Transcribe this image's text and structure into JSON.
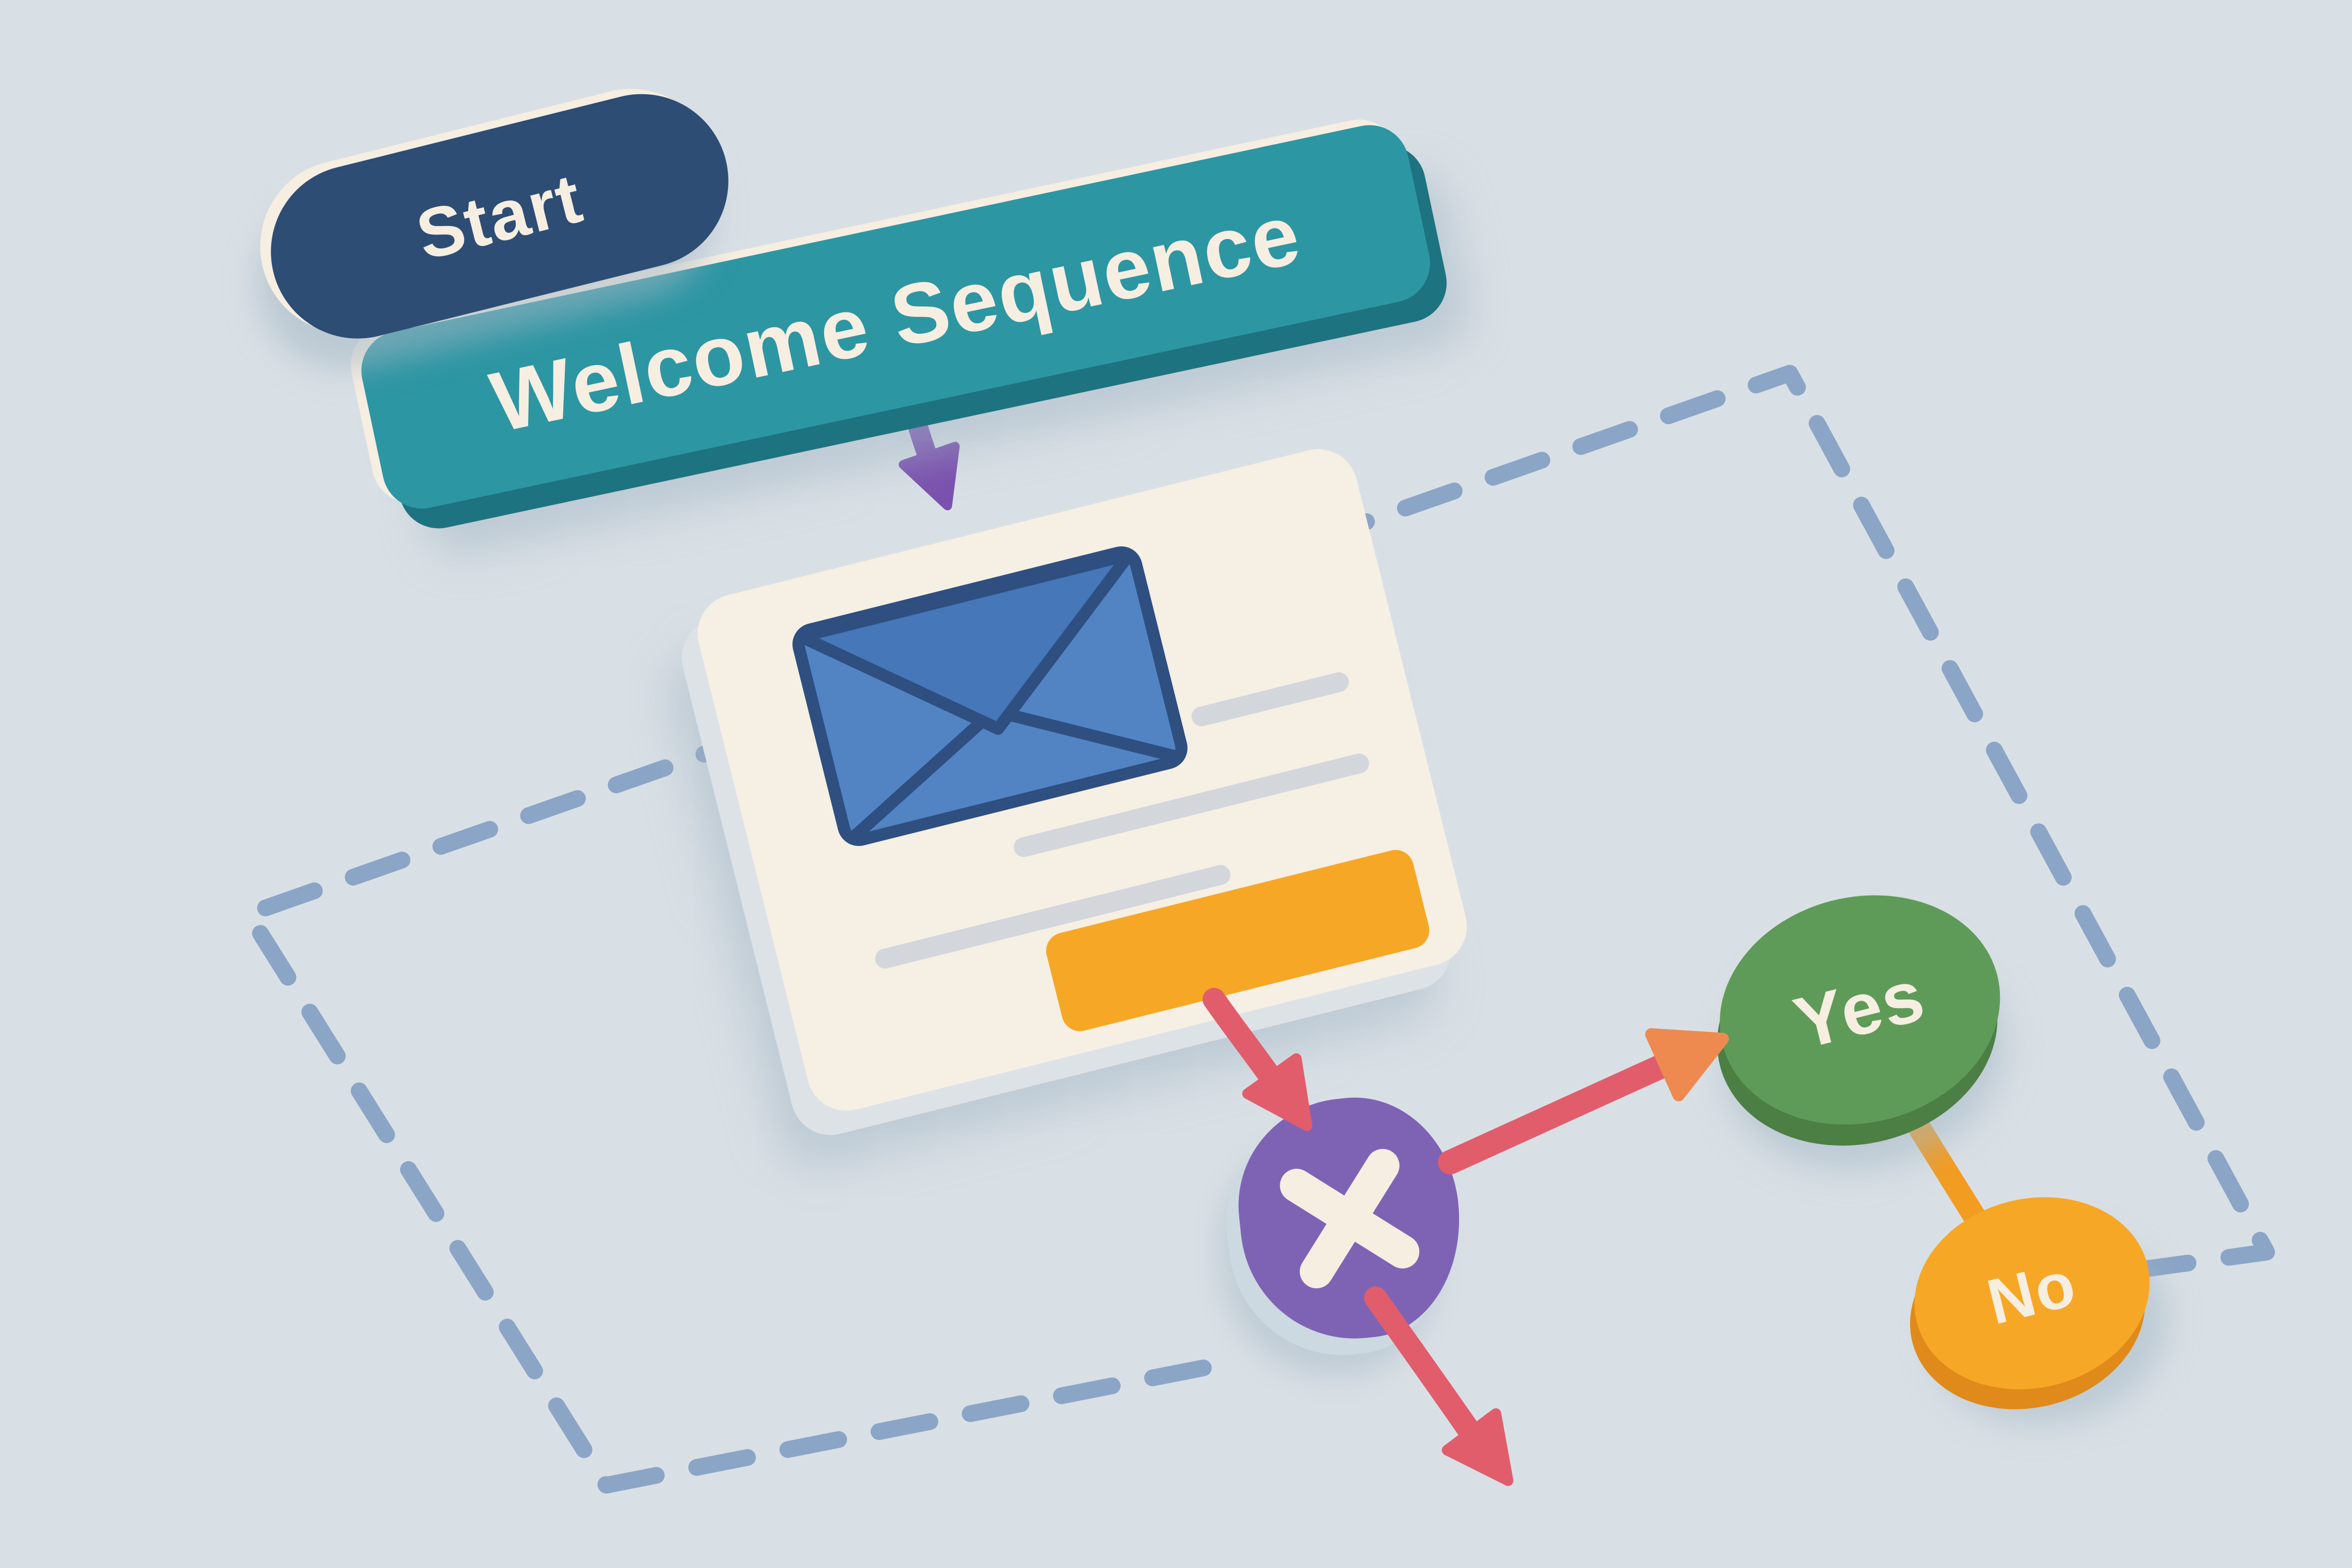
{
  "background_color": "#d9e0e5",
  "nodes": {
    "start": {
      "label": "Start",
      "fill": "#2d4d74",
      "text_color": "#f6eee1"
    },
    "sequence": {
      "label": "Welcome Sequence",
      "fill": "#2d96a3",
      "side_color": "#1e7380",
      "text_color": "#f6eee1"
    },
    "email_card": {
      "icon": "envelope-icon",
      "card_fill": "#f6efe4",
      "card_side_color": "#dde2e7",
      "envelope_fill": "#5284c4",
      "envelope_flap_fill": "#4577b9",
      "envelope_outline": "#2e4f80",
      "text_line_color": "#d3d7dc",
      "text_line_count": 3,
      "button_fill": "#f7a726"
    },
    "decision": {
      "icon": "x-decision-icon",
      "fill": "#7e63b5",
      "x_color": "#f6eee1"
    },
    "yes": {
      "label": "Yes",
      "fill": "#5f9b58",
      "side_color": "#4b7f44",
      "text_color": "#f6eee1"
    },
    "no": {
      "label": "No",
      "fill": "#f7a726",
      "side_color": "#df8a1b",
      "text_color": "#f6eee1"
    }
  },
  "connectors": {
    "start_link_color": "#2f6ba8",
    "banner_arrow_color": "#7b51ae",
    "flow_arrow_color": "#e15d6c",
    "yes_arrowhead_color": "#ee8a50",
    "yes_no_link_color": "#f29c21",
    "dashed_border_color": "#8ba5c7"
  }
}
